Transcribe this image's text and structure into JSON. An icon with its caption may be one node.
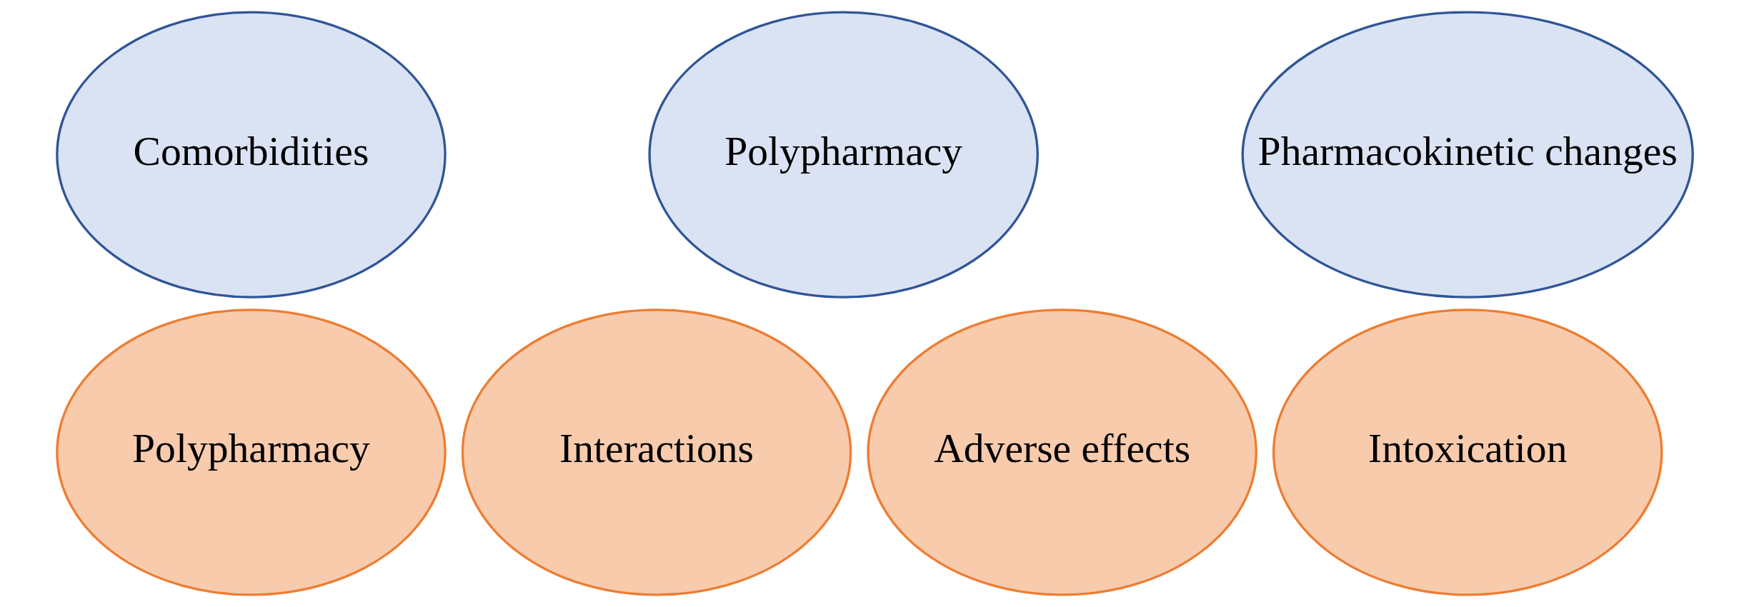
{
  "diagram": {
    "nodes": [
      {
        "text": [
          "Comorbidities"
        ]
      },
      {
        "text": [
          "Polypharmacy"
        ]
      },
      {
        "text": [
          "Pharmacokinetic changes"
        ]
      },
      {
        "text": [
          "Polypharmacy"
        ]
      },
      {
        "text": [
          "Interactions"
        ]
      },
      {
        "text": [
          "Adverse effects"
        ]
      },
      {
        "text": [
          "Intoxication"
        ]
      }
    ]
  }
}
